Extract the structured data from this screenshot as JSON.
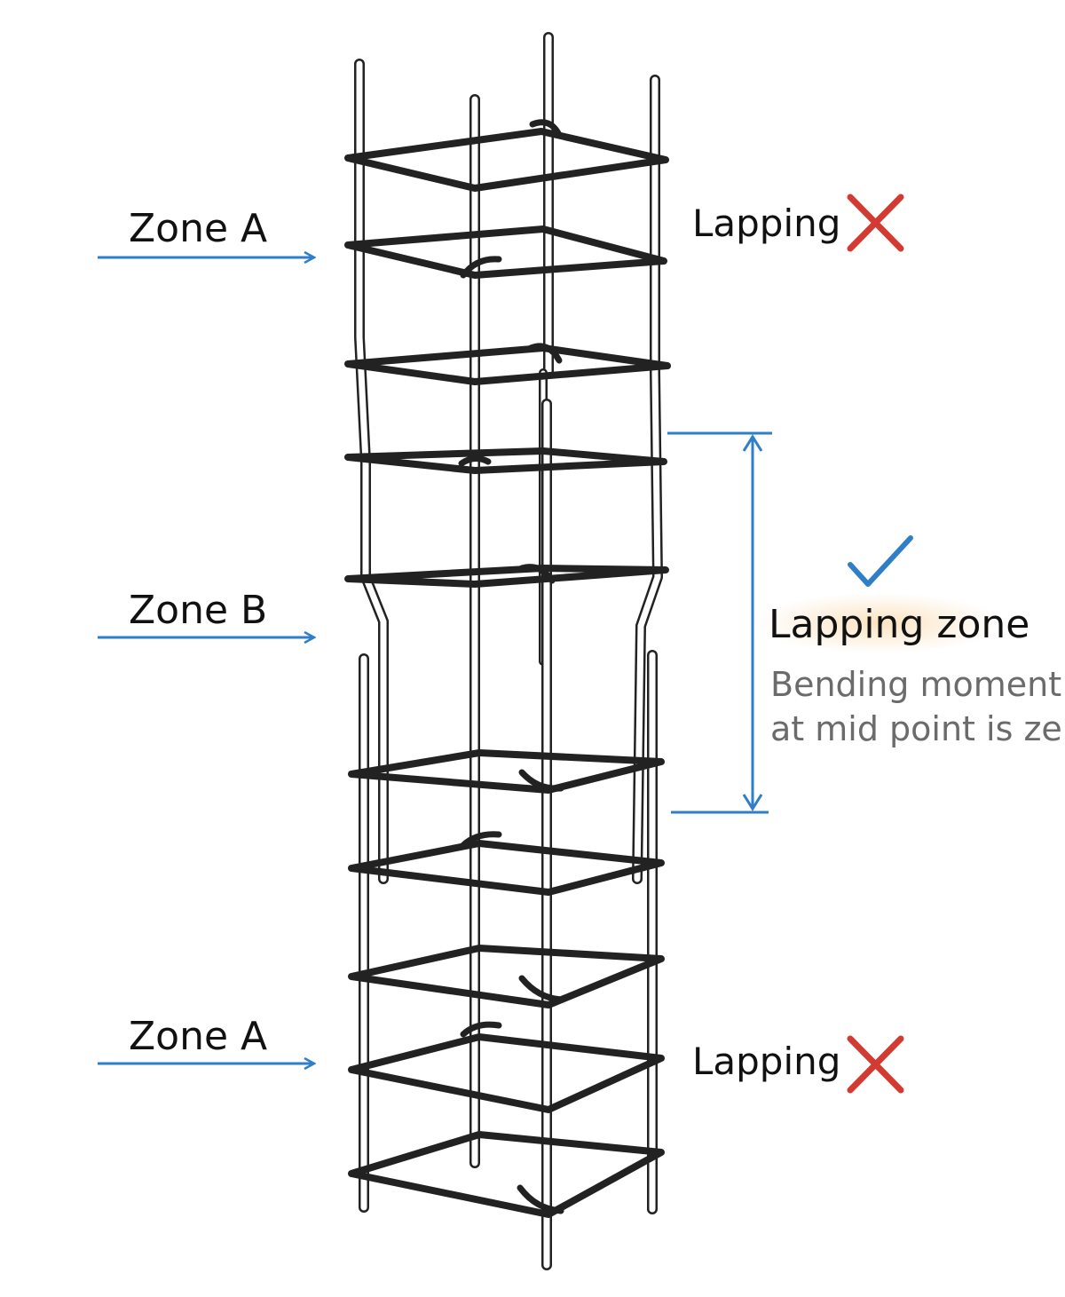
{
  "labels": {
    "zone_top": "Zone A",
    "zone_mid": "Zone B",
    "zone_bottom": "Zone A",
    "lapping_top": "Lapping",
    "lapping_bottom": "Lapping",
    "lapping_zone": "Lapping zone",
    "note_line1": "Bending moment",
    "note_line2": "at mid point is zero"
  },
  "colors": {
    "arrow": "#2f7fc8",
    "cross": "#d23a32",
    "check": "#2f7fc8",
    "steel": "#222222",
    "highlight": "#fbe3c2"
  },
  "icons": {
    "lapping_top_mark": "cross-icon",
    "lapping_bottom_mark": "cross-icon",
    "lapping_zone_mark": "check-icon"
  }
}
